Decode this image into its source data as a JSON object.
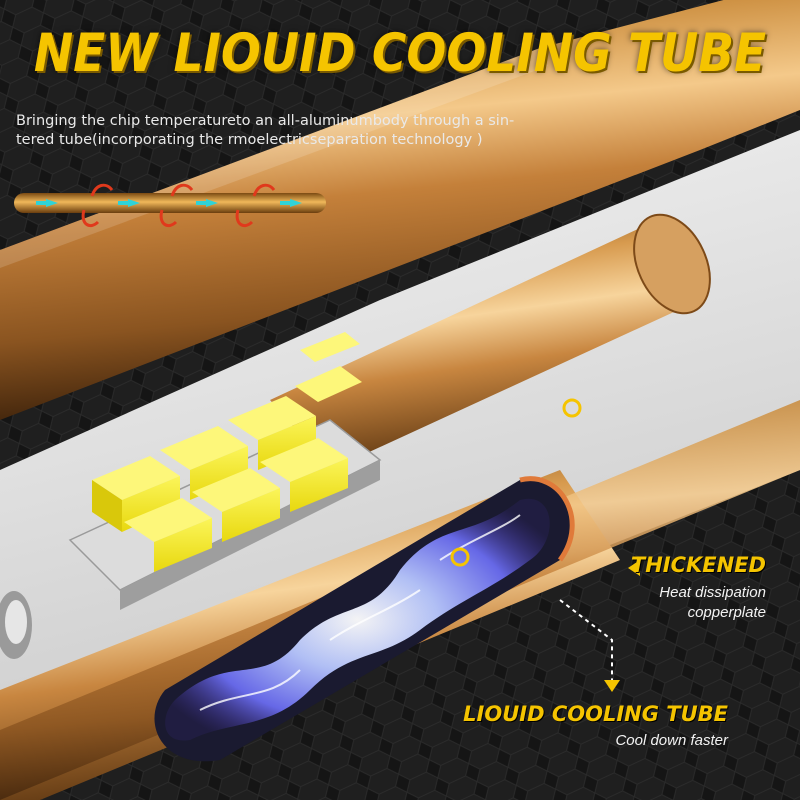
{
  "headline": "NEW LIOUID COOLING TUBE",
  "description": {
    "line1": "Bringing the chip temperatureto an all-aluminumbody through a sin-",
    "line2": "tered tube(incorporating the rmoelectricseparation technology )"
  },
  "callouts": {
    "thickened": {
      "title": "THICKENED",
      "line1": "Heat dissipation",
      "line2": "copperplate"
    },
    "liquid_tube": {
      "title": "LIOUID COOLING TUBE",
      "line1": "Cool down faster"
    }
  },
  "colors": {
    "accent": "#f5c400",
    "copper": "#c98a3a",
    "chip": "#f2ea1c",
    "background": "#141414",
    "arrow_red": "#e0391c",
    "arrow_cyan": "#2fd3d8"
  }
}
